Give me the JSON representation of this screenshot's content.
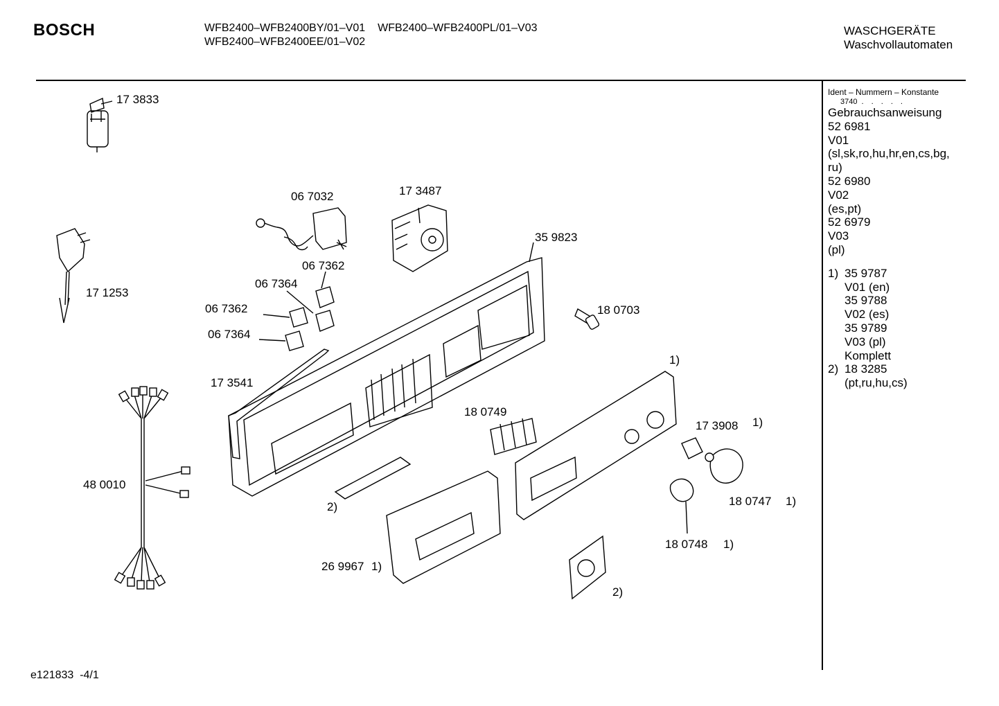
{
  "header": {
    "brand": "BOSCH",
    "model_lines": [
      [
        "WFB2400–WFB2400BY/01–V01",
        "WFB2400–WFB2400PL/01–V03"
      ],
      [
        "WFB2400–WFB2400EE/01–V02"
      ]
    ],
    "category": "WASCHGERÄTE",
    "subcategory": "Waschvollautomaten"
  },
  "side_panel": {
    "ident_heading": "Ident – Nummern – Konstante",
    "ident_number": "3740",
    "ident_dots": ". . . . .",
    "lines": [
      "Gebrauchsanweisung",
      "52 6981",
      "V01",
      "(sl,sk,ro,hu,hr,en,cs,bg,",
      "ru)",
      "52 6980",
      "V02",
      "(es,pt)",
      "52 6979",
      "V03",
      "(pl)"
    ],
    "notes": [
      {
        "num": "1)",
        "lines": [
          "35 9787",
          "V01 (en)",
          "35 9788",
          "V02 (es)",
          "35 9789",
          "V03 (pl)",
          "Komplett"
        ]
      },
      {
        "num": "2)",
        "lines": [
          "18 3285",
          "(pt,ru,hu,cs)"
        ]
      }
    ]
  },
  "part_labels": [
    {
      "id": "p173833",
      "text": "17 3833"
    },
    {
      "id": "p067032",
      "text": "06 7032"
    },
    {
      "id": "p173487",
      "text": "17 3487"
    },
    {
      "id": "p359823",
      "text": "35 9823"
    },
    {
      "id": "p067362a",
      "text": "06 7362"
    },
    {
      "id": "p067364a",
      "text": "06 7364"
    },
    {
      "id": "p067362b",
      "text": "06 7362"
    },
    {
      "id": "p067364b",
      "text": "06 7364"
    },
    {
      "id": "p171253",
      "text": "17 1253"
    },
    {
      "id": "p180703",
      "text": "18 0703"
    },
    {
      "id": "p173541",
      "text": "17 3541"
    },
    {
      "id": "pnote1a",
      "text": "1)"
    },
    {
      "id": "p180749",
      "text": "18 0749"
    },
    {
      "id": "p173908",
      "text": "17 3908"
    },
    {
      "id": "pnote1b",
      "text": "1)"
    },
    {
      "id": "p480010",
      "text": "48 0010"
    },
    {
      "id": "pnote2a",
      "text": "2)"
    },
    {
      "id": "p180747",
      "text": "18 0747"
    },
    {
      "id": "pnote1c",
      "text": "1)"
    },
    {
      "id": "p269967",
      "text": "26 9967"
    },
    {
      "id": "pnote1d",
      "text": "1)"
    },
    {
      "id": "p180748",
      "text": "18 0748"
    },
    {
      "id": "pnote1e",
      "text": "1)"
    },
    {
      "id": "pnote2b",
      "text": "2)"
    }
  ],
  "footer": {
    "drawing_id": "e121833",
    "page": "-4/1"
  }
}
